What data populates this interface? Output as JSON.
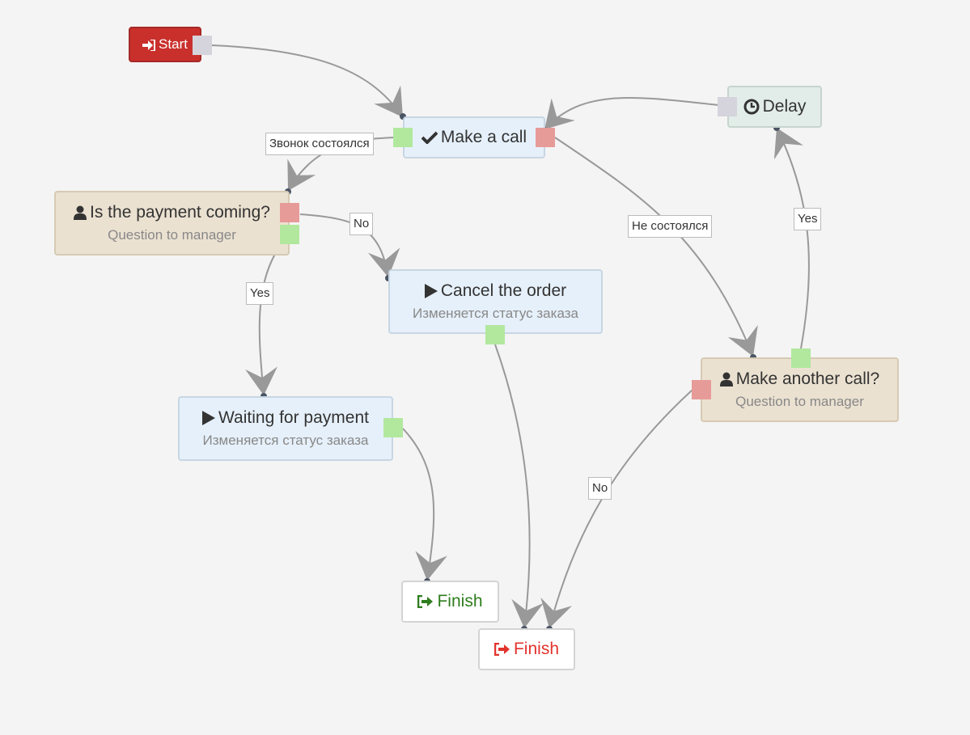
{
  "nodes": {
    "start": {
      "title": "Start"
    },
    "make_call": {
      "title": "Make a call"
    },
    "delay": {
      "title": "Delay"
    },
    "payment_question": {
      "title": "Is the payment coming?",
      "subtitle": "Question to manager"
    },
    "cancel_order": {
      "title": "Cancel the order",
      "subtitle": "Изменяется статус заказа"
    },
    "another_call": {
      "title": "Make another call?",
      "subtitle": "Question to manager"
    },
    "waiting_payment": {
      "title": "Waiting for payment",
      "subtitle": "Изменяется статус заказа"
    },
    "finish_success": {
      "title": "Finish"
    },
    "finish_fail": {
      "title": "Finish"
    }
  },
  "edge_labels": {
    "call_success": "Звонок состоялся",
    "call_failed": "Не состоялся",
    "payment_no": "No",
    "payment_yes": "Yes",
    "another_yes": "Yes",
    "another_no": "No"
  },
  "colors": {
    "start": "#c9302c",
    "action": "#e6f0fa",
    "question": "#ebe1d1",
    "delay": "#e2ece8",
    "port_success": "#b1e89e",
    "port_failure": "#e79b98",
    "port_neutral": "#d5d4dc",
    "finish_success_text": "#2e7d1e",
    "finish_fail_text": "#e2332d",
    "edge": "#999999"
  },
  "icons": {
    "start": "sign-in-icon",
    "make_call": "check-icon",
    "delay": "clock-icon",
    "question": "user-icon",
    "action": "play-icon",
    "finish": "sign-out-icon"
  }
}
